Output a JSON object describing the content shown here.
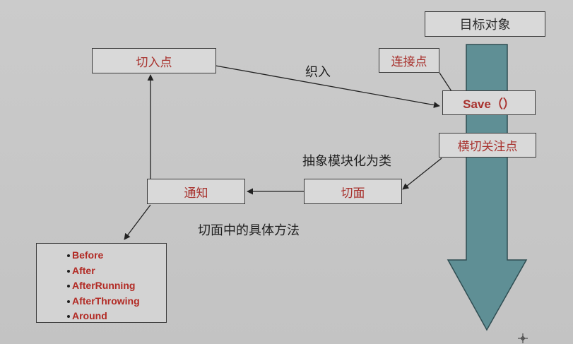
{
  "nodes": {
    "target_object": "目标对象",
    "pointcut": "切入点",
    "join_point": "连接点",
    "save": "Save（）",
    "cross_cutting_concern": "横切关注点",
    "aspect": "切面",
    "advice": "通知"
  },
  "edge_labels": {
    "weave": "织入",
    "abstract_to_class": "抽象模块化为类",
    "aspect_methods": "切面中的具体方法"
  },
  "advice_types": [
    "Before",
    "After",
    "AfterRunning",
    "AfterThrowing",
    "Around"
  ],
  "colors": {
    "background": "#c6c6c6",
    "arrow_fill": "#5f8f95",
    "node_text": "#a8322e",
    "advice_text": "#b22a24"
  }
}
